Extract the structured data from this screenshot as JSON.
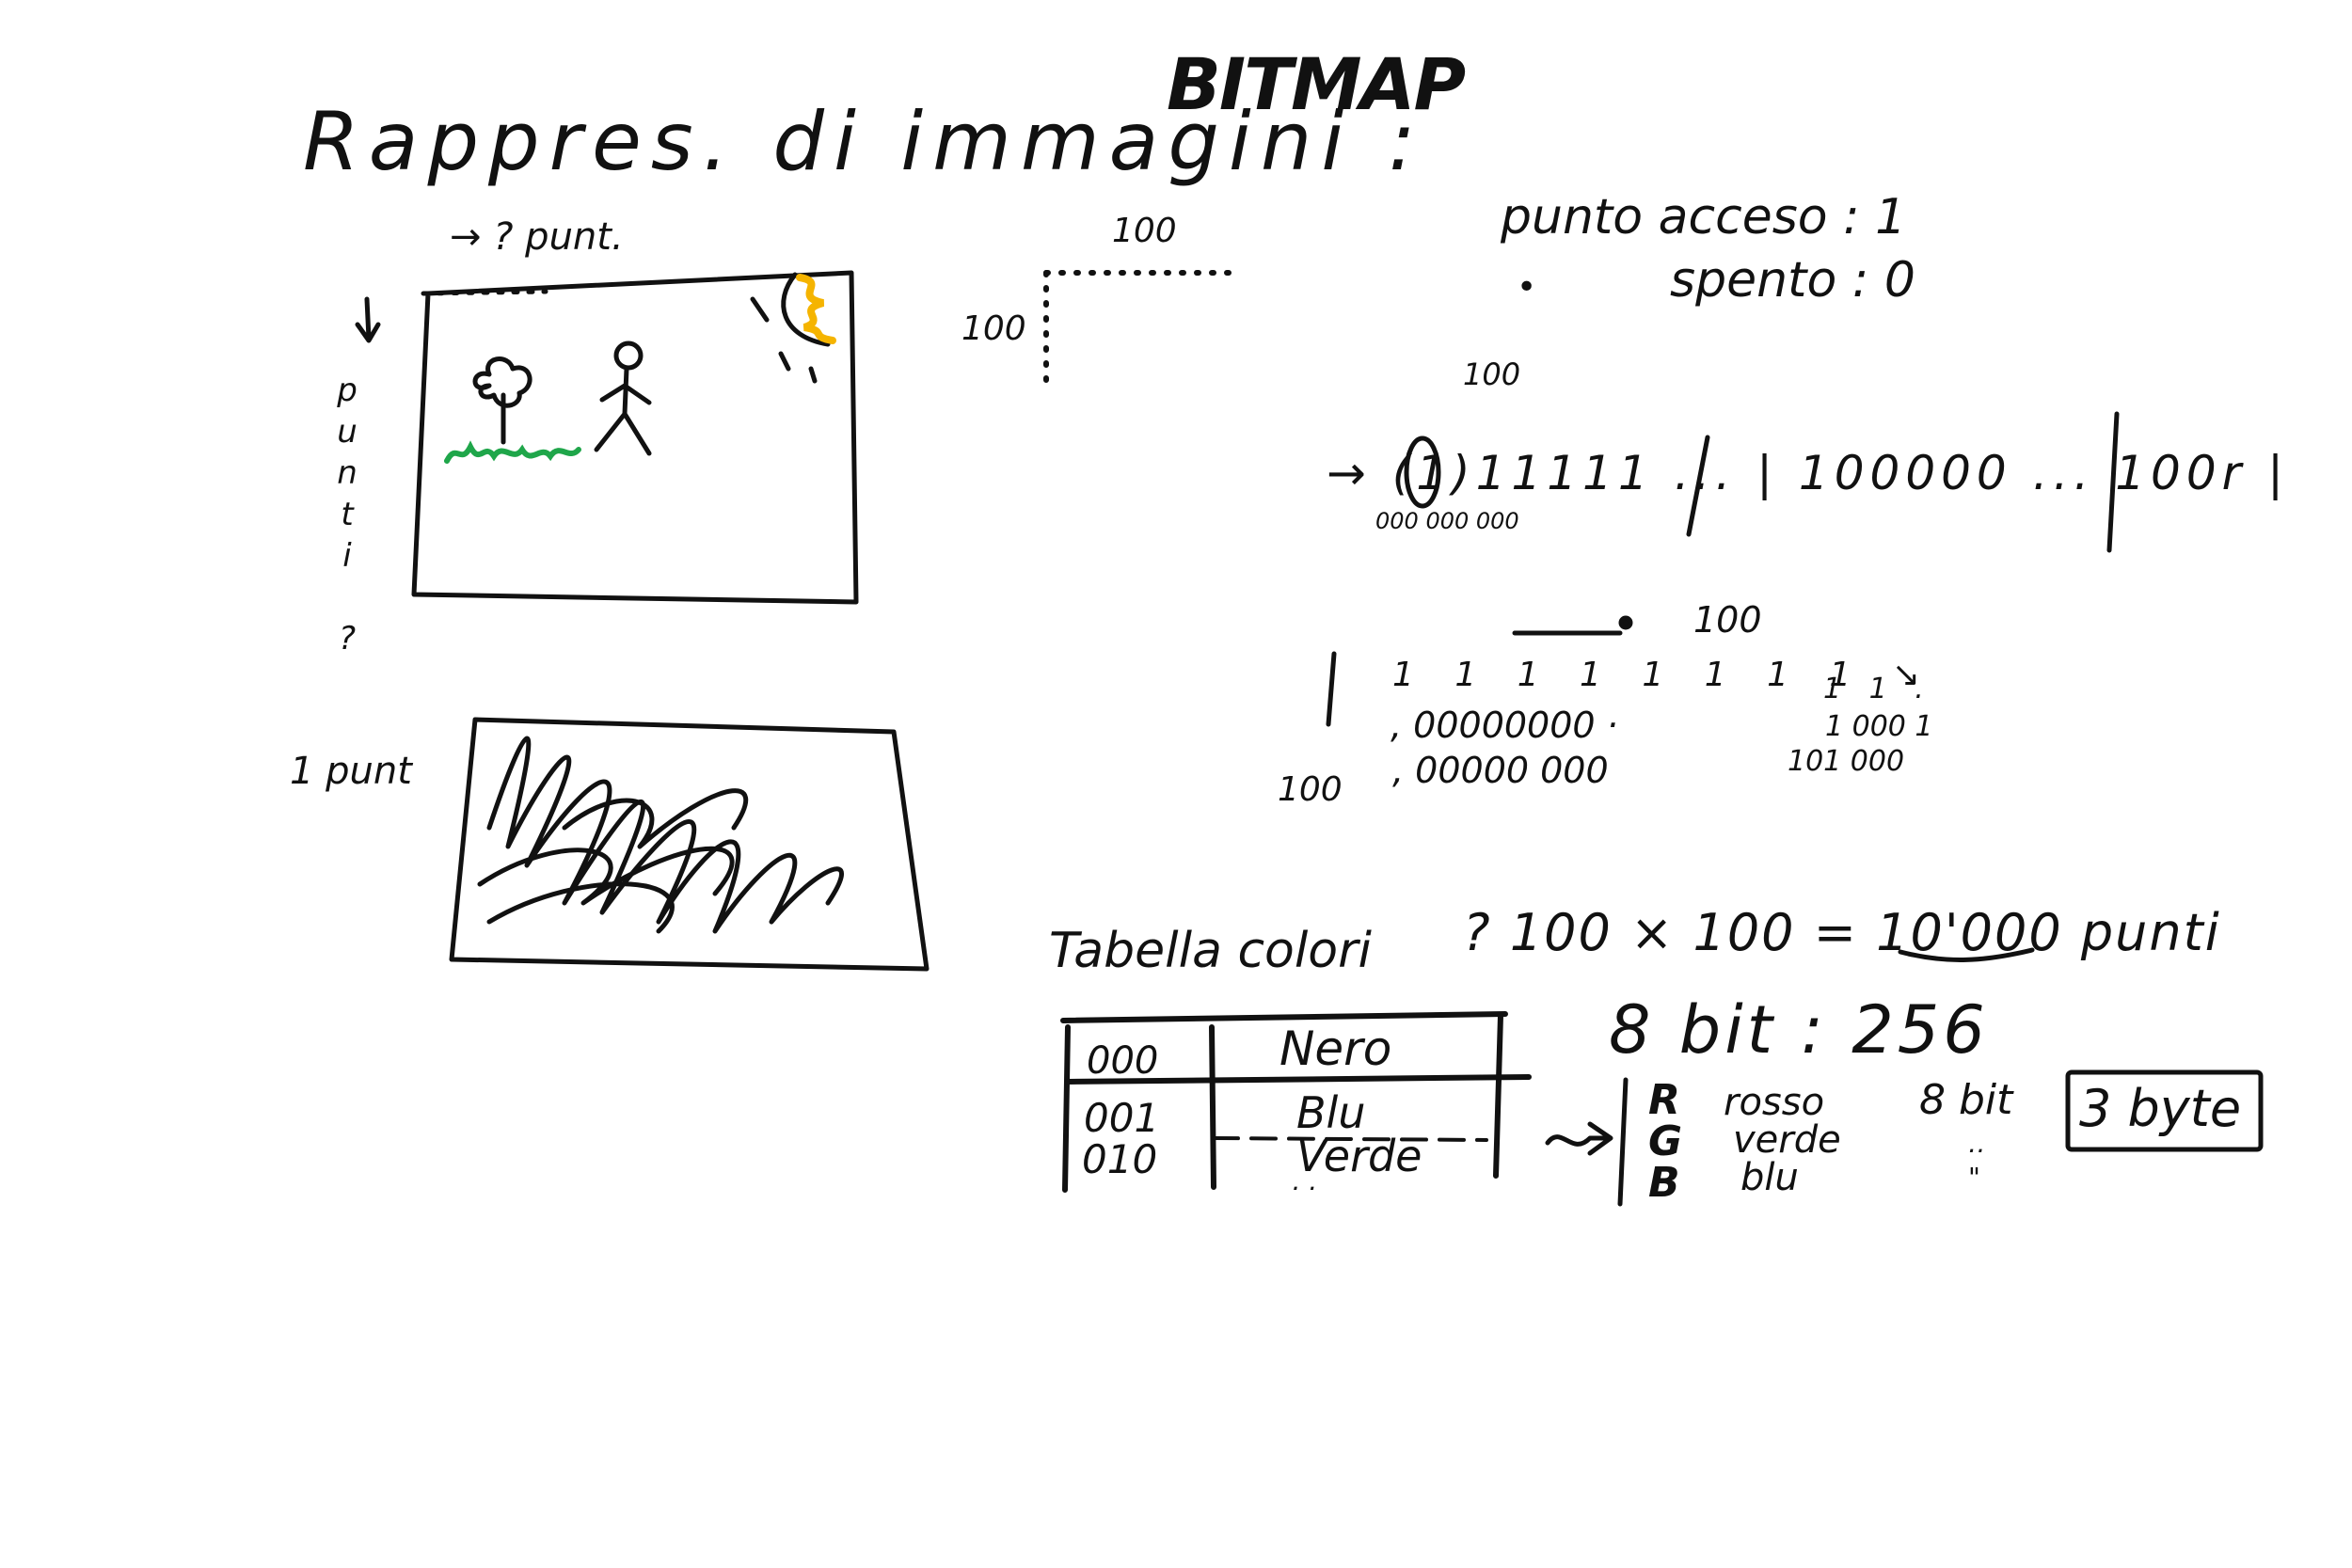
{
  "title": "BITMAP",
  "heading": "Rappres. di immagini :",
  "top_points_label": "→ ? punt.",
  "side_points_label": "punti ?",
  "grid_top_label": "100",
  "grid_side_label": "100",
  "one_point_label": "1 punt",
  "legend": {
    "on": "punto acceso :  1",
    "off": "spento :  0"
  },
  "row_top_label": "100",
  "bit_row": "→ (1)11111 ... | 100000 ... 100r |",
  "bit_row_zeros": "000 000 000",
  "matrix": {
    "top_label": "100",
    "side_label": "100",
    "ticks": "1 1 1 1 1 1 1 1 ↘",
    "row1": ", 00000000 ·",
    "row2": ", 00000 000",
    "right_ticks": "1 1 .",
    "right_row1": "1 000 1",
    "right_row2": "101 000"
  },
  "colors_title": "Tabella colori",
  "calc": "? 100 × 100 = 10'000 punti",
  "bits": "8 bit : 256",
  "table": {
    "header": [
      "000",
      "Nero"
    ],
    "rows": [
      [
        "001",
        "Blu"
      ],
      [
        "010",
        "Verde"
      ]
    ],
    "ellipsis": "· ·"
  },
  "rgb": [
    {
      "letter": "R",
      "word": "rosso"
    },
    {
      "letter": "G",
      "word": "verde"
    },
    {
      "letter": "B",
      "word": "blu"
    }
  ],
  "rgb_bits": "8 bit",
  "bytes": "3 byte",
  "colors": {
    "ink": "#111111",
    "sun": "#f5b400",
    "grass": "#1fa64a"
  }
}
